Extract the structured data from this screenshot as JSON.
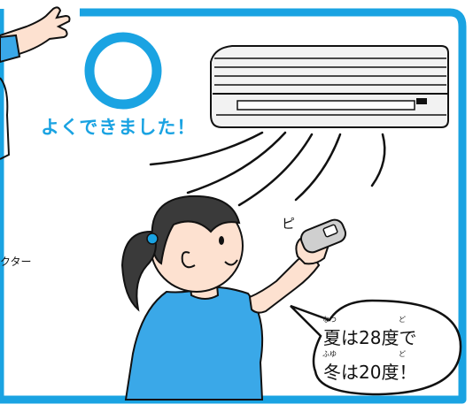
{
  "praise_text": "よくできました！",
  "sound_text": "ピ",
  "character_label": "クター",
  "speech_bubble": {
    "line1": "夏は28度で",
    "line1_ruby_natsu": "なつ",
    "line1_ruby_do": "ど",
    "line2": "冬は20度！",
    "line2_ruby_fuyu": "ふゆ",
    "line2_ruby_do": "ど"
  },
  "colors": {
    "accent_blue": "#1aa3e2",
    "girl_shirt": "#3aa8e8",
    "skin": "#fde1d0",
    "hair": "#3a3a3a",
    "outline": "#111111",
    "ac_body": "#f2f2f2",
    "remote": "#cfcfcf"
  },
  "icons": [
    "correct-circle-icon",
    "air-conditioner-icon",
    "remote-control-icon"
  ]
}
